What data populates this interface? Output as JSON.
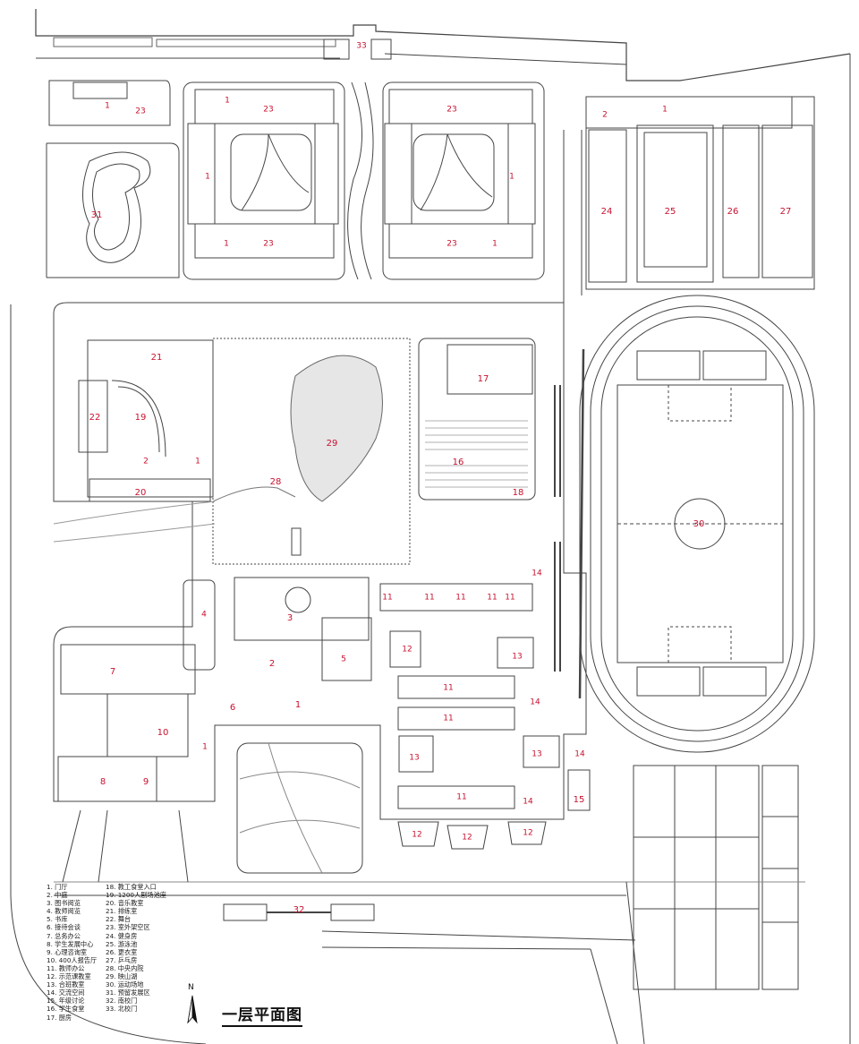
{
  "title": "一层平面图",
  "north_label": "N",
  "legend": [
    "1. 门厅",
    "2. 中庭",
    "3. 图书阅览",
    "4. 教师阅览",
    "5. 书库",
    "6. 接待会谈",
    "7. 总务办公",
    "8. 学生发展中心",
    "9. 心理咨询室",
    "10. 400人报告厅",
    "11. 教师办公",
    "12. 示范课教室",
    "13. 合班教室",
    "14. 交流空间",
    "15. 年级讨论",
    "16. 学生食堂",
    "17. 厨房",
    "18. 教工食堂入口",
    "19. 1200人剧场池座",
    "20. 音乐教室",
    "21. 排练室",
    "22. 舞台",
    "23. 室外架空区",
    "24. 健身房",
    "25. 游泳池",
    "26. 更衣室",
    "27. 乒乓房",
    "28. 中央内院",
    "29. 映山湖",
    "30. 运动场地",
    "31. 预留发展区",
    "32. 南校门",
    "33. 北校门"
  ],
  "room_labels": {
    "r1a": "1",
    "r23a": "23",
    "r23b": "23",
    "r23c": "23",
    "r23d": "23",
    "r23e": "23",
    "r1b": "1",
    "r1c": "1",
    "r1d": "1",
    "r1e": "1",
    "r1f": "1",
    "r31": "31",
    "r33": "33",
    "r2a": "2",
    "r1g": "1",
    "r24": "24",
    "r25": "25",
    "r26": "26",
    "r27": "27",
    "r21": "21",
    "r22": "22",
    "r19": "19",
    "r2b": "2",
    "r1h": "1",
    "r20": "20",
    "r29": "29",
    "r28": "28",
    "r17": "17",
    "r16": "16",
    "r18": "18",
    "r30": "30",
    "r14a": "14",
    "r11a": "11",
    "r11b": "11",
    "r11c": "11",
    "r3": "3",
    "r4": "4",
    "r5": "5",
    "r2c": "2",
    "r12a": "12",
    "r13a": "13",
    "r7": "7",
    "r11d": "11",
    "r11e": "11",
    "r14b": "14",
    "r6": "6",
    "r1i": "1",
    "r10": "10",
    "r1j": "1",
    "r11f": "11",
    "r11g": "11",
    "r13b": "13",
    "r13c": "13",
    "r14c": "14",
    "r8": "8",
    "r9": "9",
    "r11h": "11",
    "r14d": "14",
    "r15": "15",
    "r12b": "12",
    "r12c": "12",
    "r12d": "12",
    "r32": "32"
  },
  "colors": {
    "label": "#c8102e",
    "line": "#333333",
    "light": "#888888",
    "lake": "#e6e6e6"
  }
}
